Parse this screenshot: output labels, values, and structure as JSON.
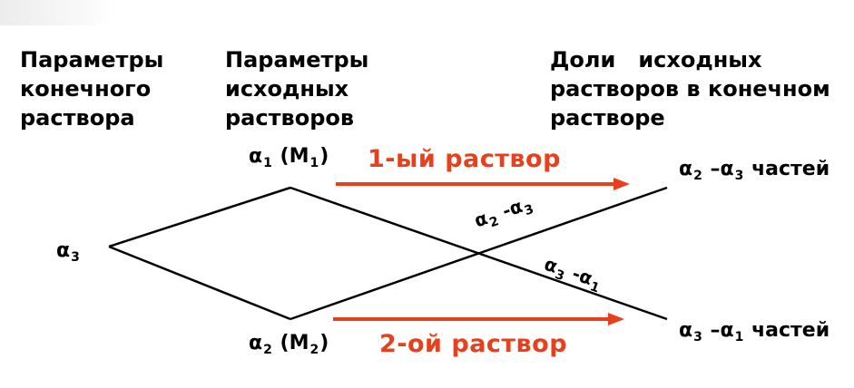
{
  "headers": {
    "final": [
      "Параметры",
      "конечного",
      "раствора"
    ],
    "initial": [
      "Параметры",
      "исходных",
      "растворов"
    ],
    "shares": [
      "Доли   исходных",
      "растворов в конечном",
      "растворе"
    ]
  },
  "nodes": {
    "a1": {
      "alpha": "α",
      "sub": "1",
      "open": " (M",
      "msub": "1",
      "close": ")"
    },
    "a2": {
      "alpha": "α",
      "sub": "2",
      "open": " (M",
      "msub": "2",
      "close": ")"
    },
    "a3": {
      "alpha": "α",
      "sub": "3"
    }
  },
  "arrows": {
    "first": "1-ый раствор",
    "second": "2-ой раствор"
  },
  "diagonals": {
    "upper": {
      "a": "α",
      "s1": "2",
      "dash": " -α",
      "s2": "3"
    },
    "lower": {
      "a": "α",
      "s1": "3",
      "dash": " -α",
      "s2": "1"
    }
  },
  "results": {
    "top": {
      "a": "α",
      "s1": "2",
      "dash": " –α",
      "s2": "3",
      "tail": " частей"
    },
    "bottom": {
      "a": "α",
      "s1": "3",
      "dash": " –α",
      "s2": "1",
      "tail": " частей"
    }
  },
  "colors": {
    "accent": "#e8401c",
    "line": "#000000"
  }
}
